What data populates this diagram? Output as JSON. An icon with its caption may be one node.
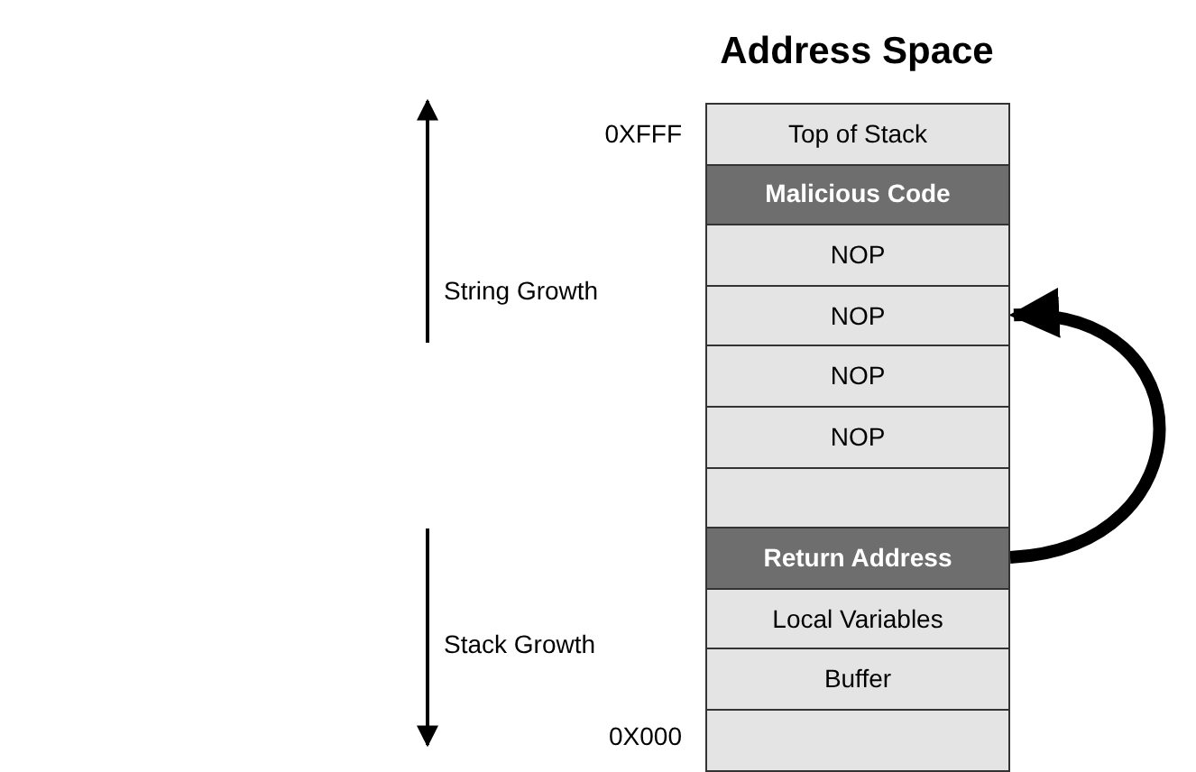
{
  "diagram": {
    "title": "Address Space",
    "nodes": [
      {
        "text": [
          "Top of Stack"
        ],
        "beside": [
          "0XFFF"
        ]
      },
      {
        "text": [
          "Malicious Code"
        ]
      },
      {
        "text": [
          "NOP"
        ]
      },
      {
        "text": [
          "NOP"
        ]
      },
      {
        "text": [
          "NOP"
        ]
      },
      {
        "text": [
          "NOP"
        ]
      },
      {
        "text": [],
        "shape": "box"
      },
      {
        "text": [
          "Return Address"
        ]
      },
      {
        "text": [
          "Local Variables"
        ]
      },
      {
        "text": [
          "Buffer"
        ]
      },
      {
        "text": [],
        "shape": "box",
        "beside": [
          "0X000"
        ]
      }
    ],
    "edges": [
      {
        "from": 7,
        "to": 3,
        "arrow": "to"
      }
    ],
    "labels": [
      "String Growth",
      "Stack Growth"
    ]
  }
}
